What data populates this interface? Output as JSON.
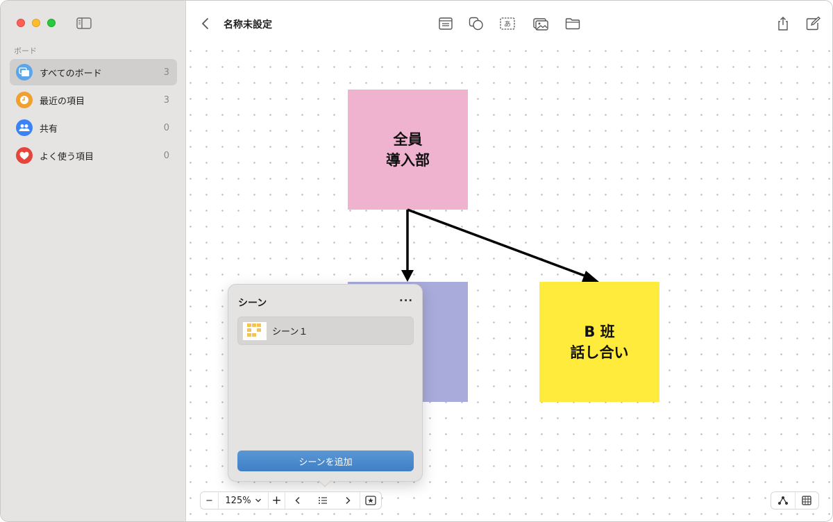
{
  "sidebar": {
    "section_label": "ボード",
    "items": [
      {
        "label": "すべてのボード",
        "count": "3",
        "icon": "boards-icon",
        "color": "#5aa6e8"
      },
      {
        "label": "最近の項目",
        "count": "3",
        "icon": "clock-icon",
        "color": "#f0a030"
      },
      {
        "label": "共有",
        "count": "0",
        "icon": "people-icon",
        "color": "#3b82f6"
      },
      {
        "label": "よく使う項目",
        "count": "0",
        "icon": "heart-icon",
        "color": "#e5463b"
      }
    ]
  },
  "header": {
    "title": "名称未設定"
  },
  "board": {
    "sticky_pink": {
      "text": "全員\n導入部",
      "color": "#f0b3cf"
    },
    "sticky_purple": {
      "text": "",
      "color": "#a9acdb"
    },
    "sticky_yellow": {
      "text": "B 班\n話し合い",
      "color": "#ffeb3b"
    }
  },
  "scenes_popover": {
    "title": "シーン",
    "more": "···",
    "scenes": [
      {
        "label": "シーン１"
      }
    ],
    "add_button": "シーンを追加"
  },
  "zoom": {
    "minus": "−",
    "level": "125%",
    "plus": "+"
  }
}
